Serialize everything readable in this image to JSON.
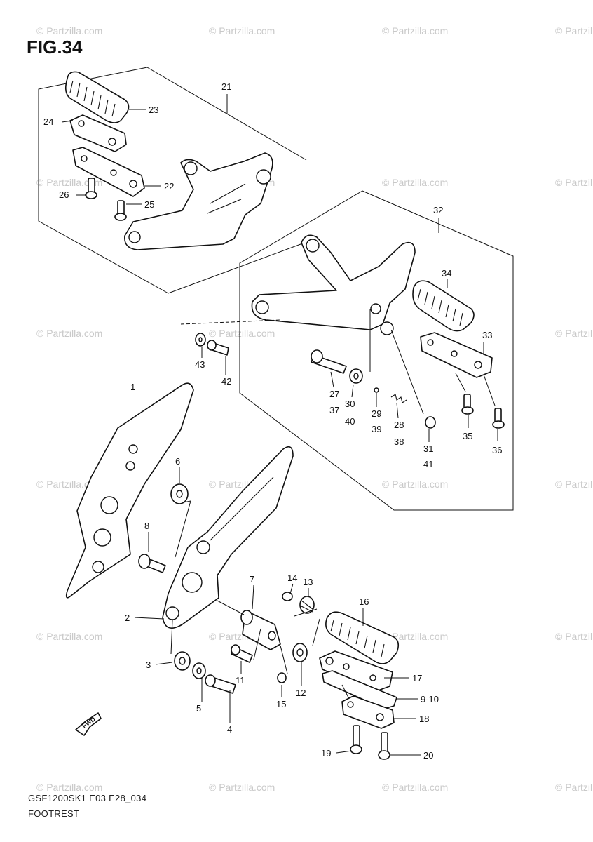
{
  "figure": {
    "title": "FIG.34",
    "caption_code": "GSF1200SK1 E03 E28_034",
    "caption_name": "FOOTREST"
  },
  "watermark": "© Partzilla.com",
  "fwd_label": "FWD",
  "callouts": [
    "21",
    "23",
    "24",
    "22",
    "25",
    "26",
    "32",
    "34",
    "33",
    "43",
    "42",
    "27",
    "37",
    "30",
    "40",
    "29",
    "39",
    "28",
    "38",
    "31",
    "41",
    "35",
    "36",
    "1",
    "6",
    "8",
    "2",
    "7",
    "14",
    "13",
    "16",
    "3",
    "11",
    "15",
    "12",
    "17",
    "9-10",
    "5",
    "4",
    "18",
    "19",
    "20"
  ]
}
